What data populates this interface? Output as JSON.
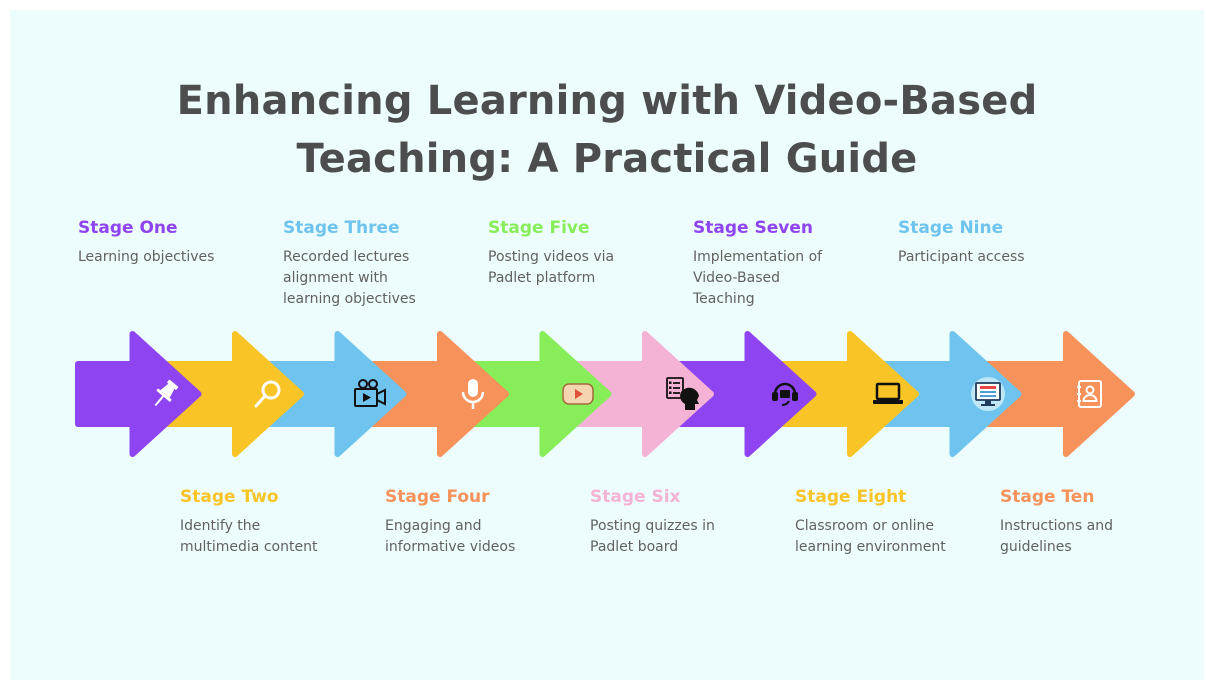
{
  "title": {
    "line1": "Enhancing Learning with Video-Based",
    "line2": "Teaching: A Practical Guide"
  },
  "stages": [
    {
      "name": "Stage One",
      "desc": "Learning objectives",
      "color": "#8e44f0",
      "icon": "pushpin-icon"
    },
    {
      "name": "Stage Two",
      "desc": "Identify the multimedia content",
      "color": "#f9c426",
      "icon": "magnifier-icon"
    },
    {
      "name": "Stage Three",
      "desc": "Recorded lectures alignment with learning objectives",
      "color": "#6ec4ee",
      "icon": "video-camera-icon"
    },
    {
      "name": "Stage Four",
      "desc": "Engaging and informative videos",
      "color": "#f7925a",
      "icon": "microphone-icon"
    },
    {
      "name": "Stage Five",
      "desc": "Posting videos via Padlet platform",
      "color": "#87ee5a",
      "icon": "play-button-icon"
    },
    {
      "name": "Stage Six",
      "desc": "Posting quizzes in Padlet board",
      "color": "#f4b3d5",
      "icon": "quiz-head-icon"
    },
    {
      "name": "Stage Seven",
      "desc": "Implementation of Video-Based Teaching",
      "color": "#8e44f0",
      "icon": "headset-icon"
    },
    {
      "name": "Stage Eight",
      "desc": "Classroom or online learning environment",
      "color": "#f9c426",
      "icon": "laptop-icon"
    },
    {
      "name": "Stage Nine",
      "desc": "Participant access",
      "color": "#6ec4ee",
      "icon": "login-screen-icon"
    },
    {
      "name": "Stage Ten",
      "desc": "Instructions and guidelines",
      "color": "#f7925a",
      "icon": "contact-book-icon"
    }
  ]
}
